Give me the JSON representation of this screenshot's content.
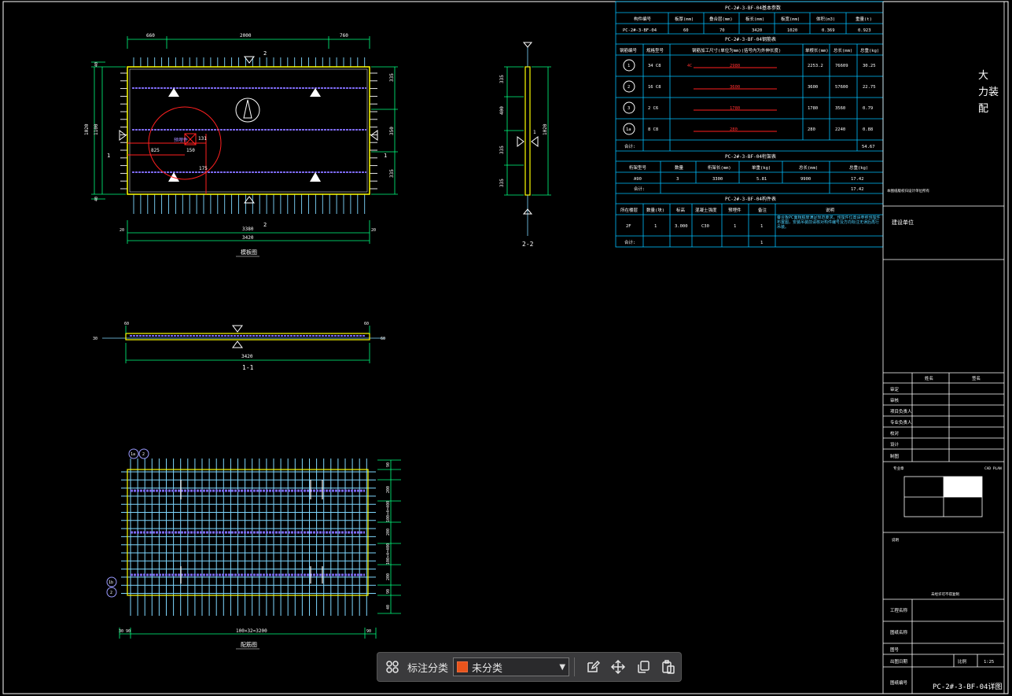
{
  "drawing": {
    "plan_view": {
      "caption": "模板图",
      "dims_top": [
        "660",
        "2000",
        "760"
      ],
      "dims_bottom": [
        "3380",
        "3420"
      ],
      "dims_bottom_side": [
        "20",
        "20"
      ],
      "dims_left": [
        "1020",
        "1100"
      ],
      "dims_left_small": [
        "40",
        "40"
      ],
      "dims_right": [
        "335",
        "350",
        "335"
      ],
      "mark_top": "2",
      "mark_bottom": "2",
      "mark_left": "1",
      "mark_right": "1",
      "detail_dims": [
        "825",
        "150",
        "131",
        "175"
      ],
      "detail_label": "预埋件"
    },
    "section_11": {
      "caption": "1-1",
      "dim_total": "3420",
      "dim_left": "60",
      "dim_right": "60",
      "dim_side_left": "30",
      "dim_side_right": "60"
    },
    "section_22": {
      "caption": "2-2",
      "dims_left": [
        "335",
        "400",
        "335",
        "335"
      ],
      "dim_right": "1020",
      "mark": "1"
    },
    "rebar_view": {
      "caption": "配筋图",
      "bubbles_top": [
        "1a",
        "2"
      ],
      "bubbles_left": [
        "1b",
        "2"
      ],
      "dims_bottom": [
        "30",
        "90",
        "100×32=3200",
        "90"
      ],
      "dims_right": [
        "90",
        "200",
        "100×4=400",
        "200",
        "100×4=400",
        "200",
        "90",
        "40"
      ]
    }
  },
  "tables": {
    "basic": {
      "title": "PC-2#-3-BF-04基本参数",
      "headers": [
        "构件编号",
        "板厚(mm)",
        "叠合层(mm)",
        "板长(mm)",
        "板宽(mm)",
        "体积(m3)",
        "重量(t)"
      ],
      "row": [
        "PC-2#-3-BF-04",
        "60",
        "70",
        "3420",
        "1020",
        "0.369",
        "0.923"
      ]
    },
    "rebar": {
      "title": "PC-2#-3-BF-04钢筋表",
      "headers": [
        "钢筋编号",
        "规格型号",
        "钢筋加工尺寸(单位为mm)(括号内为外伸长度)",
        "单根长(mm)",
        "总长(mm)",
        "总重(kg)"
      ],
      "rows": [
        {
          "id": "1",
          "spec": "34 C8",
          "shape": "2980",
          "single": "2253.2",
          "total": "76609",
          "weight": "30.25"
        },
        {
          "id": "2",
          "spec": "16 C8",
          "shape": "3600",
          "single": "3600",
          "total": "57600",
          "weight": "22.75"
        },
        {
          "id": "3",
          "spec": "2 C6",
          "shape": "1780",
          "single": "1780",
          "total": "3560",
          "weight": "0.79"
        },
        {
          "id": "1a",
          "spec": "8 C8",
          "shape": "280",
          "single": "280",
          "total": "2240",
          "weight": "0.88"
        }
      ],
      "shape_note": "4C",
      "total_label": "合计:",
      "total_value": "54.67"
    },
    "truss": {
      "title": "PC-2#-3-BF-04桁架表",
      "headers": [
        "桁架型号",
        "数量",
        "桁架长(mm)",
        "单重(kg)",
        "总长(mm)",
        "总重(kg)"
      ],
      "row": [
        "A90",
        "3",
        "3300",
        "5.81",
        "9900",
        "17.42"
      ],
      "total_label": "合计:",
      "total_value": "17.42"
    },
    "component": {
      "title": "PC-2#-3-BF-04构件表",
      "headers": [
        "所在楼层",
        "数量(块)",
        "标高",
        "混凝土强度",
        "预埋件",
        "备注"
      ],
      "row": [
        "2F",
        "1",
        "3.000",
        "C30",
        "1",
        "1"
      ],
      "note_header": "说明",
      "note": "叠合板PC面粗糙度满足规范要求，预埋件位置请参照预埋件布置图，安装吊装前请核对构件编号及方向标注无误后再行吊装。",
      "total_label": "合计:",
      "total_value": "1"
    }
  },
  "title_block": {
    "vertical_text": [
      "大",
      "力装",
      "配"
    ],
    "company_note": "本图纸版权归设计单位所有",
    "project_label": "建设单位",
    "sign_headers": [
      "姓名",
      "签名"
    ],
    "sign_rows": [
      "审定",
      "审核",
      "项目负责人",
      "专业负责人",
      "校对",
      "设计",
      "制图"
    ],
    "stamp_label": "专业章",
    "stamp_right": "CAD PLAN",
    "note_label": "说明",
    "note_text": "未经许可不得复制",
    "project_name_label": "工程名称",
    "drawing_name_label": "图纸名称",
    "drawing_no_label": "图号",
    "version_label": "出图日期",
    "scale_label": "比例",
    "scale_value": "1:25",
    "drawing_code_label": "图纸编号",
    "drawing_code": "PC-2#-3-BF-04详图"
  },
  "toolbar": {
    "label": "标注分类",
    "selected": "未分类",
    "swatch_color": "#e8541c"
  },
  "colors": {
    "frame": "#00bfff",
    "outline": "#ffff00",
    "white": "#ffffff",
    "green": "#00ff80",
    "purple": "#7b68ee",
    "red": "#ff2020",
    "rebar": "#7fd8ff"
  }
}
